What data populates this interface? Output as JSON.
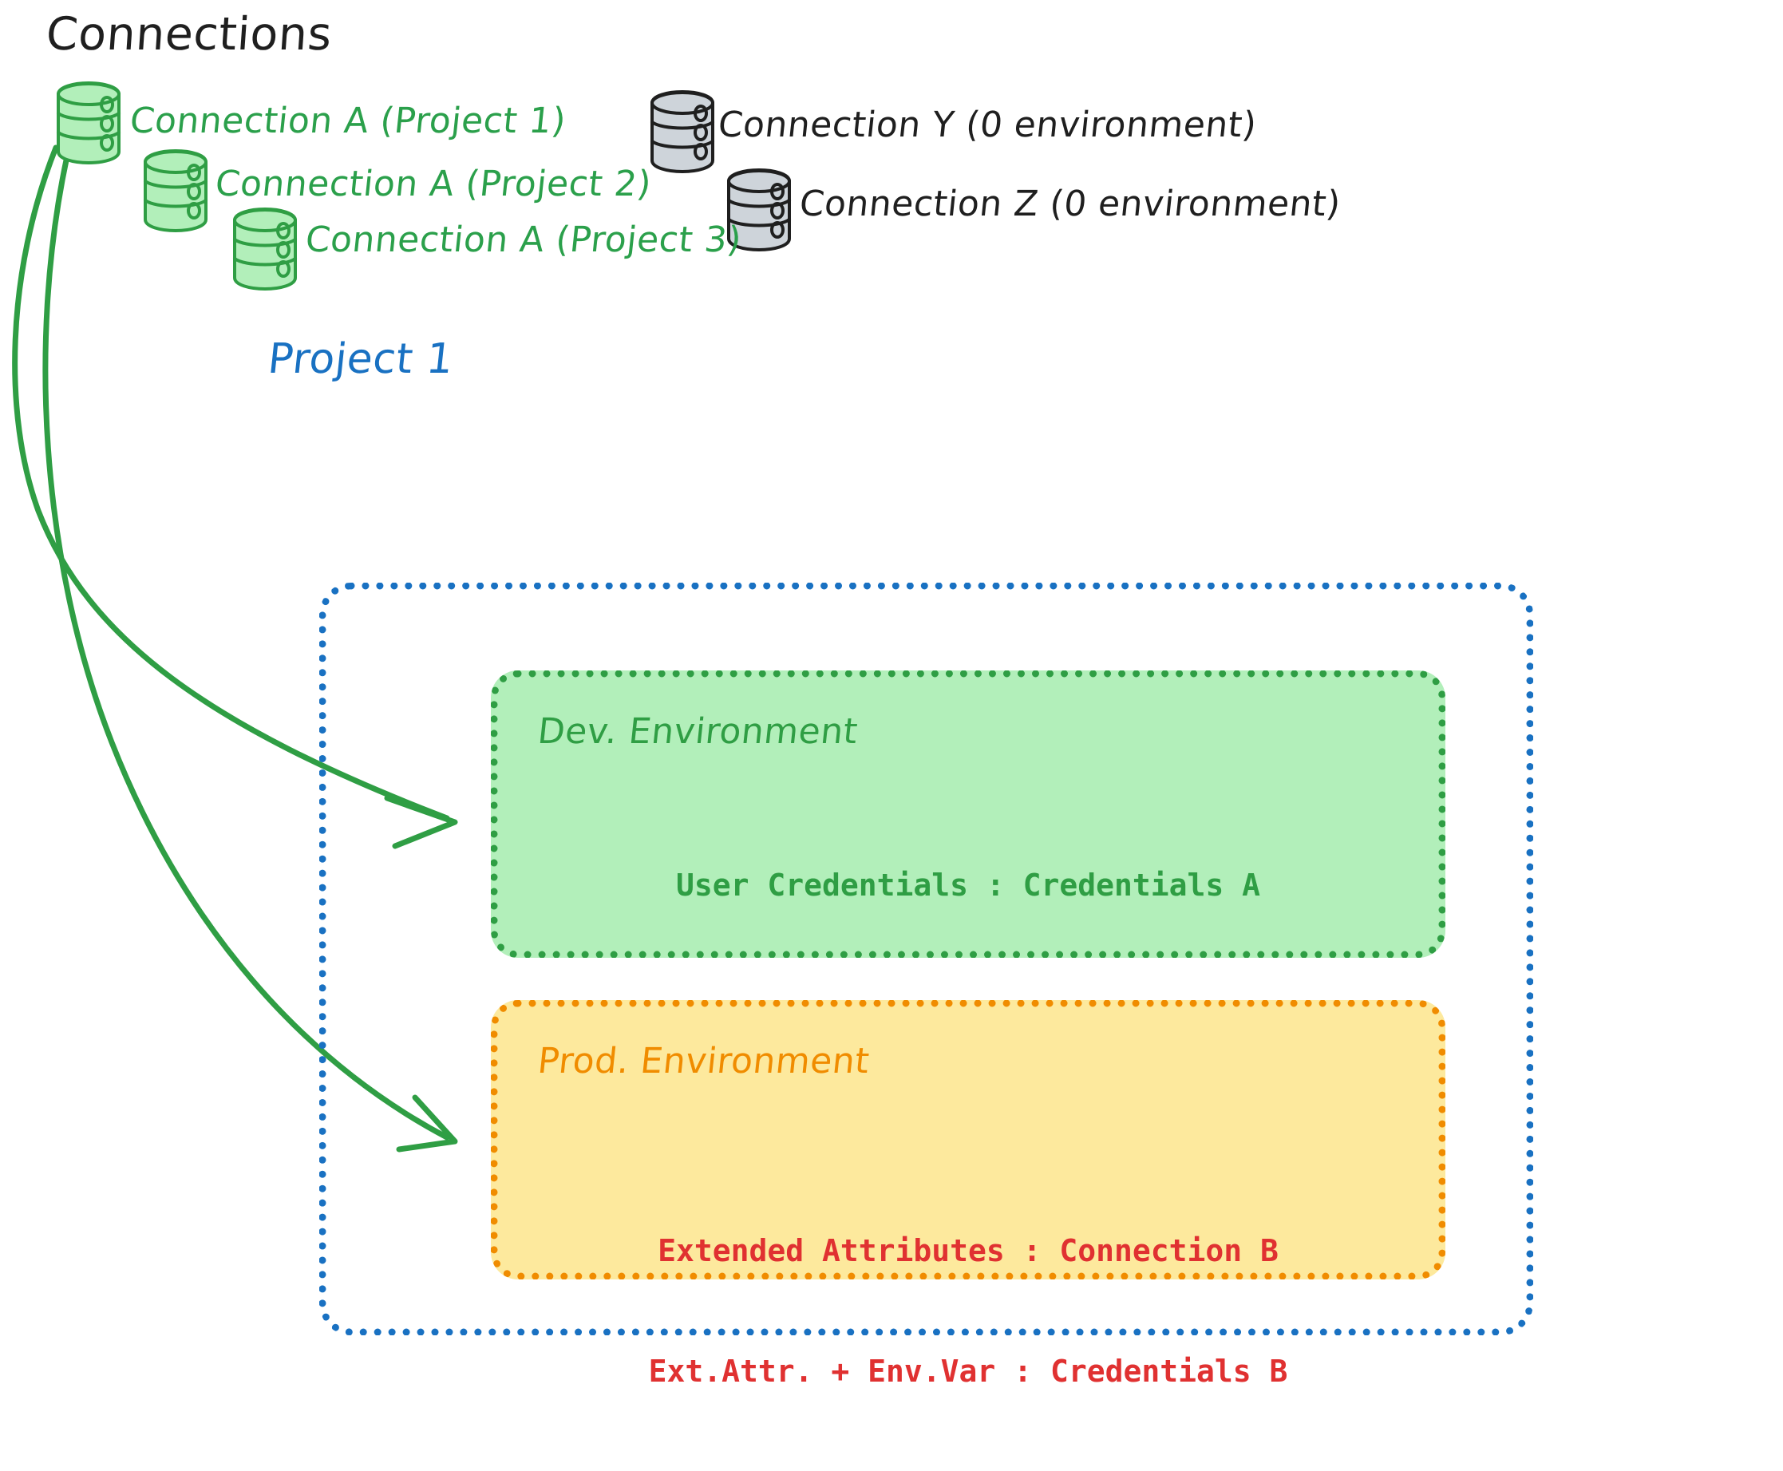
{
  "title": "Connections",
  "connections": [
    {
      "id": "a1",
      "label": "Connection A (Project 1)",
      "color": "#2ba04b",
      "kind": "green-db"
    },
    {
      "id": "a2",
      "label": "Connection A (Project 2)",
      "color": "#2ba04b",
      "kind": "green-db"
    },
    {
      "id": "a3",
      "label": "Connection A (Project 3)",
      "color": "#2ba04b",
      "kind": "green-db"
    },
    {
      "id": "y",
      "label": "Connection Y (0 environment)",
      "color": "#1f1f1f",
      "kind": "grey-db"
    },
    {
      "id": "z",
      "label": "Connection Z (0 environment)",
      "color": "#1f1f1f",
      "kind": "grey-db"
    }
  ],
  "project": {
    "label": "Project 1",
    "border_color": "#1971c2"
  },
  "environments": [
    {
      "id": "dev",
      "title": "Dev. Environment",
      "fill": "#b2efba",
      "border": "#2f9e44",
      "text_color": "#2f9e44",
      "lines": [
        "User Credentials : Credentials A"
      ]
    },
    {
      "id": "prod",
      "title": "Prod. Environment",
      "fill": "#fde99d",
      "border": "#f08c00",
      "text_color": "#e03131",
      "lines": [
        "Extended Attributes : Connection B",
        "Ext.Attr. + Env.Var : Credentials B"
      ]
    }
  ],
  "arrows": [
    {
      "id": "arrow-to-dev",
      "from": "connection-a-project-1",
      "to": "dev-environment",
      "color": "#2f9e44"
    },
    {
      "id": "arrow-to-prod",
      "from": "connection-a-project-1",
      "to": "prod-environment",
      "color": "#2f9e44"
    }
  ],
  "palette": {
    "green_stroke": "#2f9e44",
    "green_fill": "#b2efba",
    "grey_fill": "#ced4da",
    "grey_stroke": "#1f1f1f",
    "blue": "#1971c2",
    "orange": "#f08c00",
    "yellow_fill": "#fde99d",
    "red": "#e03131"
  }
}
